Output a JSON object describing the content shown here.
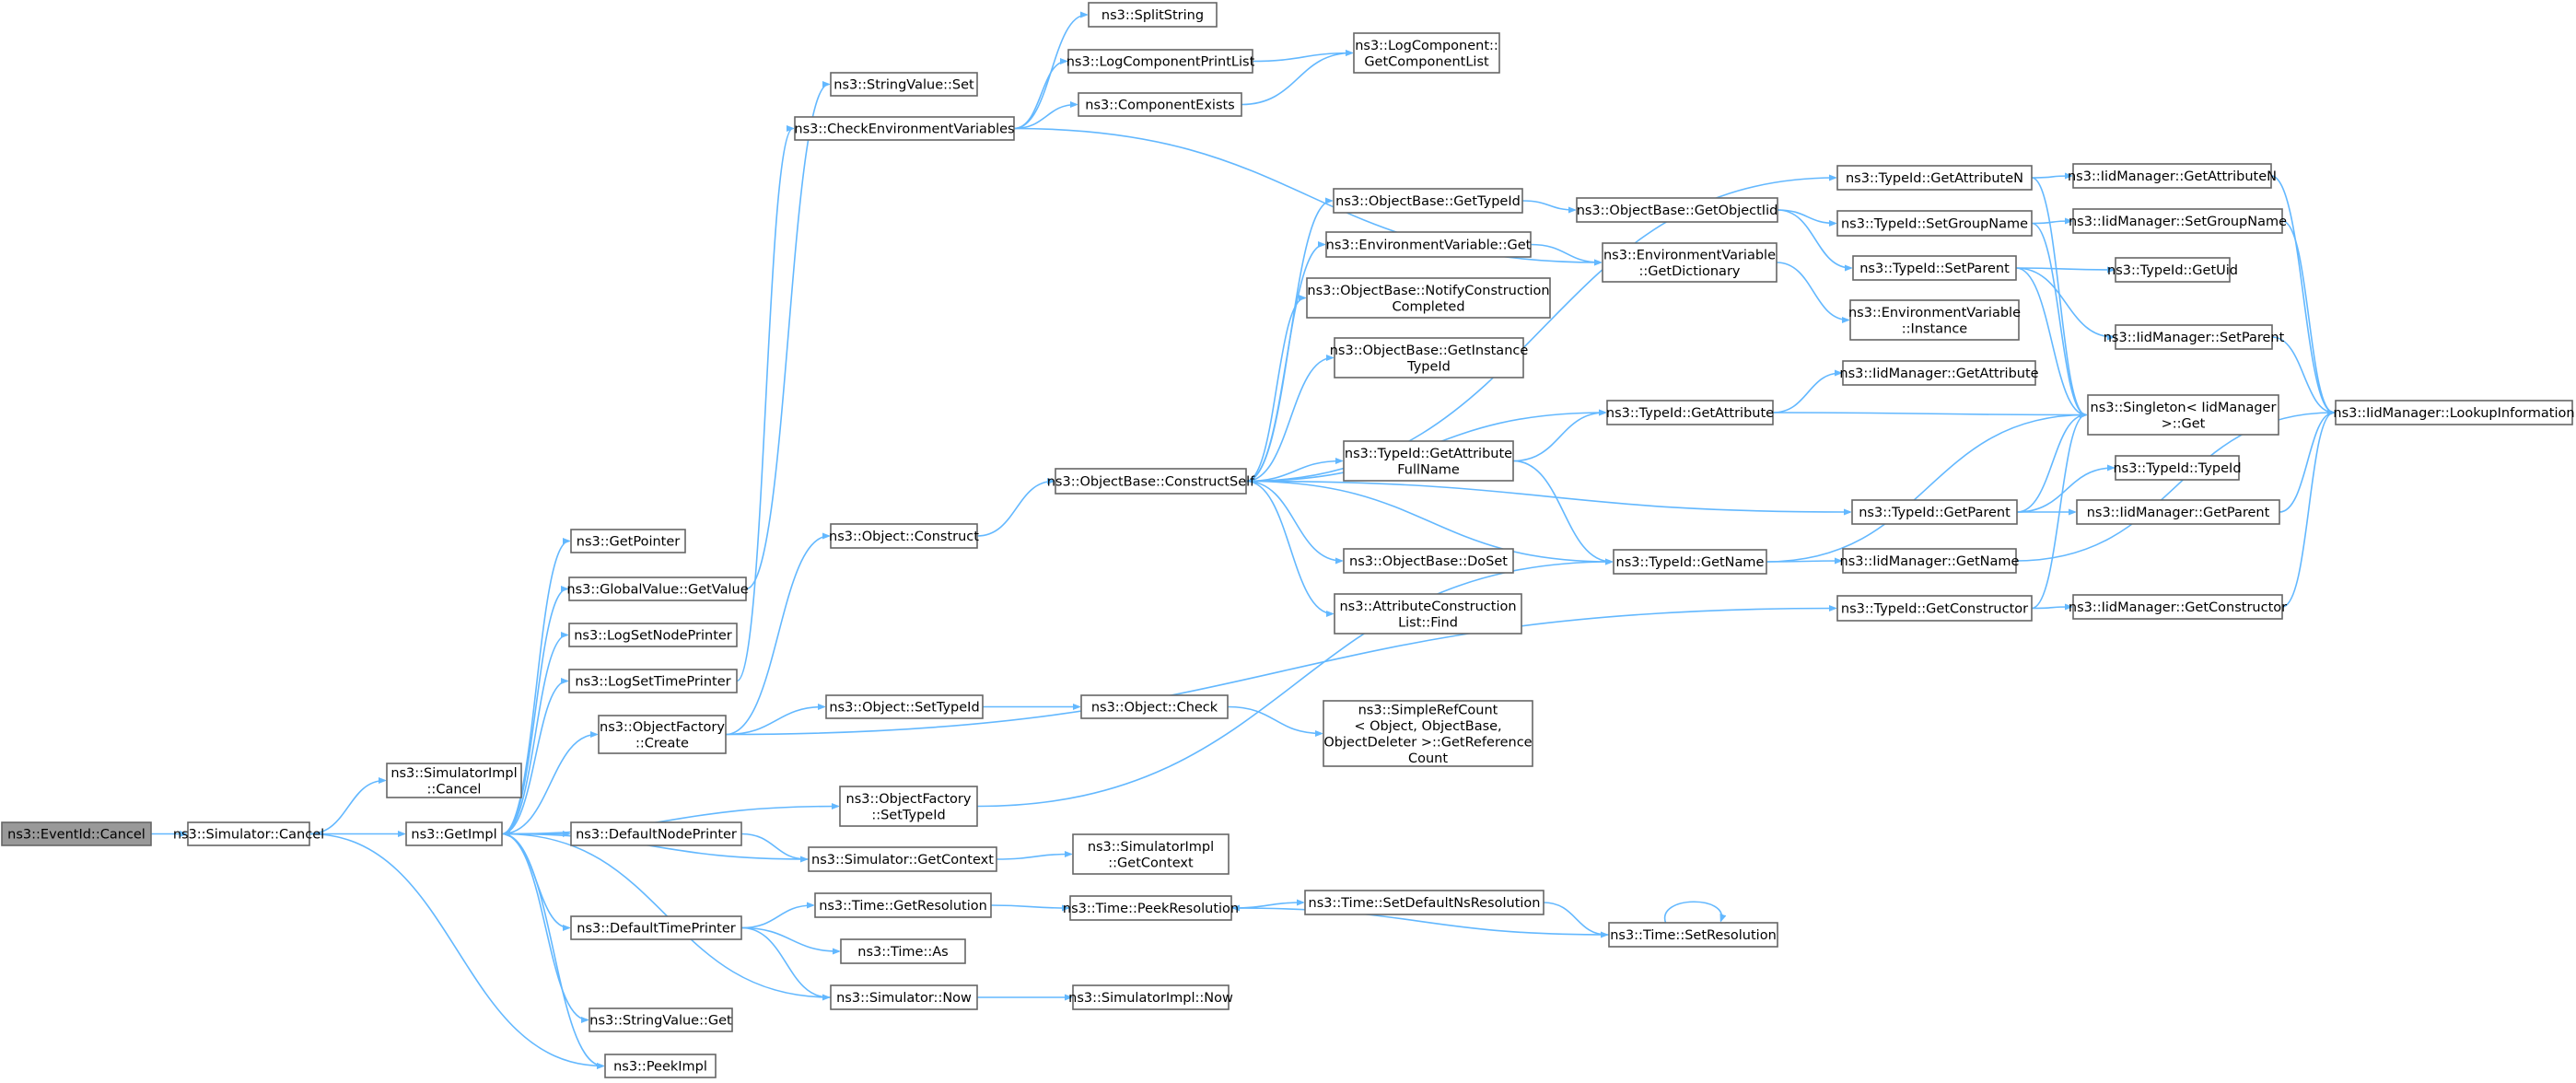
{
  "nodes": [
    {
      "id": "eventid_cancel",
      "lines": [
        "ns3::EventId::Cancel"
      ],
      "root": true
    },
    {
      "id": "sim_cancel",
      "lines": [
        "ns3::Simulator::Cancel"
      ]
    },
    {
      "id": "simimpl_cancel",
      "lines": [
        "ns3::SimulatorImpl",
        "::Cancel"
      ]
    },
    {
      "id": "getimpl",
      "lines": [
        "ns3::GetImpl"
      ]
    },
    {
      "id": "getpointer",
      "lines": [
        "ns3::GetPointer"
      ]
    },
    {
      "id": "gv_getvalue",
      "lines": [
        "ns3::GlobalValue::GetValue"
      ]
    },
    {
      "id": "logsetnodeprinter",
      "lines": [
        "ns3::LogSetNodePrinter"
      ]
    },
    {
      "id": "logsettimeprinter",
      "lines": [
        "ns3::LogSetTimePrinter"
      ]
    },
    {
      "id": "objfactory_create",
      "lines": [
        "ns3::ObjectFactory",
        "::Create"
      ]
    },
    {
      "id": "objfactory_settypeid",
      "lines": [
        "ns3::ObjectFactory",
        "::SetTypeId"
      ]
    },
    {
      "id": "defaultnodeprinter",
      "lines": [
        "ns3::DefaultNodePrinter"
      ]
    },
    {
      "id": "defaulttimeprinter",
      "lines": [
        "ns3::DefaultTimePrinter"
      ]
    },
    {
      "id": "stringvalue_get",
      "lines": [
        "ns3::StringValue::Get"
      ]
    },
    {
      "id": "peekimpl",
      "lines": [
        "ns3::PeekImpl"
      ]
    },
    {
      "id": "stringvalue_set",
      "lines": [
        "ns3::StringValue::Set"
      ]
    },
    {
      "id": "checkenv",
      "lines": [
        "ns3::CheckEnvironmentVariables"
      ]
    },
    {
      "id": "splitstring",
      "lines": [
        "ns3::SplitString"
      ]
    },
    {
      "id": "logcompprintlist",
      "lines": [
        "ns3::LogComponentPrintList"
      ]
    },
    {
      "id": "componentexists",
      "lines": [
        "ns3::ComponentExists"
      ]
    },
    {
      "id": "logcomp_getlist",
      "lines": [
        "ns3::LogComponent::",
        "GetComponentList"
      ]
    },
    {
      "id": "object_construct",
      "lines": [
        "ns3::Object::Construct"
      ]
    },
    {
      "id": "object_settypeid",
      "lines": [
        "ns3::Object::SetTypeId"
      ]
    },
    {
      "id": "object_check",
      "lines": [
        "ns3::Object::Check"
      ]
    },
    {
      "id": "simplerefcount",
      "lines": [
        "ns3::SimpleRefCount",
        "< Object, ObjectBase,",
        "ObjectDeleter >::GetReference",
        "Count"
      ]
    },
    {
      "id": "sim_getcontext",
      "lines": [
        "ns3::Simulator::GetContext"
      ]
    },
    {
      "id": "simimpl_getcontext",
      "lines": [
        "ns3::SimulatorImpl",
        "::GetContext"
      ]
    },
    {
      "id": "time_getresolution",
      "lines": [
        "ns3::Time::GetResolution"
      ]
    },
    {
      "id": "time_as",
      "lines": [
        "ns3::Time::As"
      ]
    },
    {
      "id": "sim_now",
      "lines": [
        "ns3::Simulator::Now"
      ]
    },
    {
      "id": "time_peekresolution",
      "lines": [
        "ns3::Time::PeekResolution"
      ]
    },
    {
      "id": "simimpl_now",
      "lines": [
        "ns3::SimulatorImpl::Now"
      ]
    },
    {
      "id": "time_setdefaultns",
      "lines": [
        "ns3::Time::SetDefaultNsResolution"
      ]
    },
    {
      "id": "time_setresolution",
      "lines": [
        "ns3::Time::SetResolution"
      ]
    },
    {
      "id": "ob_constructself",
      "lines": [
        "ns3::ObjectBase::ConstructSelf"
      ]
    },
    {
      "id": "ob_gettypeid",
      "lines": [
        "ns3::ObjectBase::GetTypeId"
      ]
    },
    {
      "id": "envvar_get",
      "lines": [
        "ns3::EnvironmentVariable::Get"
      ]
    },
    {
      "id": "ob_notifyconstruction",
      "lines": [
        "ns3::ObjectBase::NotifyConstruction",
        "Completed"
      ]
    },
    {
      "id": "ob_getinstancetypeid",
      "lines": [
        "ns3::ObjectBase::GetInstance",
        "TypeId"
      ]
    },
    {
      "id": "typeid_getattributefullname",
      "lines": [
        "ns3::TypeId::GetAttribute",
        "FullName"
      ]
    },
    {
      "id": "ob_doset",
      "lines": [
        "ns3::ObjectBase::DoSet"
      ]
    },
    {
      "id": "attrconstruction_find",
      "lines": [
        "ns3::AttributeConstruction",
        "List::Find"
      ]
    },
    {
      "id": "ob_getobjectiid",
      "lines": [
        "ns3::ObjectBase::GetObjectIid"
      ]
    },
    {
      "id": "envvar_getdictionary",
      "lines": [
        "ns3::EnvironmentVariable",
        "::GetDictionary"
      ]
    },
    {
      "id": "envvar_instance",
      "lines": [
        "ns3::EnvironmentVariable",
        "::Instance"
      ]
    },
    {
      "id": "typeid_getattribute",
      "lines": [
        "ns3::TypeId::GetAttribute"
      ]
    },
    {
      "id": "typeid_getname",
      "lines": [
        "ns3::TypeId::GetName"
      ]
    },
    {
      "id": "typeid_getattributen",
      "lines": [
        "ns3::TypeId::GetAttributeN"
      ]
    },
    {
      "id": "typeid_setgroupname",
      "lines": [
        "ns3::TypeId::SetGroupName"
      ]
    },
    {
      "id": "typeid_setparent",
      "lines": [
        "ns3::TypeId::SetParent"
      ]
    },
    {
      "id": "typeid_getparent",
      "lines": [
        "ns3::TypeId::GetParent"
      ]
    },
    {
      "id": "typeid_getconstructor",
      "lines": [
        "ns3::TypeId::GetConstructor"
      ]
    },
    {
      "id": "iid_getattributen",
      "lines": [
        "ns3::IidManager::GetAttributeN"
      ]
    },
    {
      "id": "iid_setgroupname",
      "lines": [
        "ns3::IidManager::SetGroupName"
      ]
    },
    {
      "id": "typeid_getuid",
      "lines": [
        "ns3::TypeId::GetUid"
      ]
    },
    {
      "id": "iid_setparent",
      "lines": [
        "ns3::IidManager::SetParent"
      ]
    },
    {
      "id": "iid_getattribute",
      "lines": [
        "ns3::IidManager::GetAttribute"
      ]
    },
    {
      "id": "singleton_get",
      "lines": [
        "ns3::Singleton< IidManager",
        " >::Get"
      ]
    },
    {
      "id": "typeid_typeid",
      "lines": [
        "ns3::TypeId::TypeId"
      ]
    },
    {
      "id": "iid_getparent",
      "lines": [
        "ns3::IidManager::GetParent"
      ]
    },
    {
      "id": "iid_getname",
      "lines": [
        "ns3::IidManager::GetName"
      ]
    },
    {
      "id": "iid_getconstructor",
      "lines": [
        "ns3::IidManager::GetConstructor"
      ]
    },
    {
      "id": "iid_lookupinformation",
      "lines": [
        "ns3::IidManager::LookupInformation"
      ]
    }
  ],
  "edges": [
    [
      "eventid_cancel",
      "sim_cancel"
    ],
    [
      "sim_cancel",
      "simimpl_cancel"
    ],
    [
      "sim_cancel",
      "getimpl"
    ],
    [
      "sim_cancel",
      "peekimpl"
    ],
    [
      "getimpl",
      "getpointer"
    ],
    [
      "getimpl",
      "gv_getvalue"
    ],
    [
      "getimpl",
      "logsetnodeprinter"
    ],
    [
      "getimpl",
      "logsettimeprinter"
    ],
    [
      "getimpl",
      "objfactory_create"
    ],
    [
      "getimpl",
      "objfactory_settypeid"
    ],
    [
      "getimpl",
      "defaultnodeprinter"
    ],
    [
      "getimpl",
      "defaulttimeprinter"
    ],
    [
      "getimpl",
      "stringvalue_get"
    ],
    [
      "getimpl",
      "peekimpl"
    ],
    [
      "gv_getvalue",
      "stringvalue_set"
    ],
    [
      "logsettimeprinter",
      "checkenv"
    ],
    [
      "checkenv",
      "splitstring"
    ],
    [
      "checkenv",
      "logcompprintlist"
    ],
    [
      "checkenv",
      "componentexists"
    ],
    [
      "checkenv",
      "envvar_getdictionary"
    ],
    [
      "logcompprintlist",
      "logcomp_getlist"
    ],
    [
      "componentexists",
      "logcomp_getlist"
    ],
    [
      "objfactory_create",
      "object_construct"
    ],
    [
      "objfactory_create",
      "object_settypeid"
    ],
    [
      "objfactory_create",
      "typeid_getconstructor"
    ],
    [
      "object_construct",
      "ob_constructself"
    ],
    [
      "object_settypeid",
      "object_check"
    ],
    [
      "object_check",
      "simplerefcount"
    ],
    [
      "objfactory_settypeid",
      "typeid_getname"
    ],
    [
      "defaultnodeprinter",
      "sim_getcontext"
    ],
    [
      "sim_getcontext",
      "getimpl"
    ],
    [
      "sim_getcontext",
      "simimpl_getcontext"
    ],
    [
      "defaulttimeprinter",
      "time_getresolution"
    ],
    [
      "defaulttimeprinter",
      "time_as"
    ],
    [
      "defaulttimeprinter",
      "sim_now"
    ],
    [
      "time_getresolution",
      "time_peekresolution"
    ],
    [
      "sim_now",
      "getimpl"
    ],
    [
      "sim_now",
      "simimpl_now"
    ],
    [
      "time_peekresolution",
      "time_setdefaultns"
    ],
    [
      "time_setdefaultns",
      "time_setresolution"
    ],
    [
      "time_setresolution",
      "time_peekresolution"
    ],
    [
      "time_setresolution",
      "time_setresolution"
    ],
    [
      "ob_constructself",
      "typeid_getattributen"
    ],
    [
      "ob_constructself",
      "ob_gettypeid"
    ],
    [
      "ob_constructself",
      "envvar_get"
    ],
    [
      "ob_constructself",
      "ob_notifyconstruction"
    ],
    [
      "ob_constructself",
      "ob_getinstancetypeid"
    ],
    [
      "ob_constructself",
      "typeid_getattribute"
    ],
    [
      "ob_constructself",
      "typeid_getattributefullname"
    ],
    [
      "ob_constructself",
      "typeid_getparent"
    ],
    [
      "ob_constructself",
      "ob_doset"
    ],
    [
      "ob_constructself",
      "attrconstruction_find"
    ],
    [
      "ob_constructself",
      "typeid_getname"
    ],
    [
      "ob_gettypeid",
      "ob_getobjectiid"
    ],
    [
      "ob_getobjectiid",
      "typeid_setgroupname"
    ],
    [
      "ob_getobjectiid",
      "typeid_setparent"
    ],
    [
      "envvar_get",
      "envvar_getdictionary"
    ],
    [
      "envvar_getdictionary",
      "envvar_instance"
    ],
    [
      "typeid_getattributefullname",
      "typeid_getattribute"
    ],
    [
      "typeid_getattributefullname",
      "typeid_getname"
    ],
    [
      "typeid_getattribute",
      "iid_getattribute"
    ],
    [
      "typeid_getattribute",
      "singleton_get"
    ],
    [
      "typeid_getname",
      "iid_getname"
    ],
    [
      "typeid_getname",
      "singleton_get"
    ],
    [
      "typeid_getattributen",
      "iid_getattributen"
    ],
    [
      "typeid_getattributen",
      "singleton_get"
    ],
    [
      "typeid_setgroupname",
      "iid_setgroupname"
    ],
    [
      "typeid_setgroupname",
      "singleton_get"
    ],
    [
      "typeid_setparent",
      "typeid_getuid"
    ],
    [
      "typeid_setparent",
      "iid_setparent"
    ],
    [
      "typeid_setparent",
      "singleton_get"
    ],
    [
      "typeid_getparent",
      "typeid_typeid"
    ],
    [
      "typeid_getparent",
      "iid_getparent"
    ],
    [
      "typeid_getparent",
      "singleton_get"
    ],
    [
      "typeid_getconstructor",
      "iid_getconstructor"
    ],
    [
      "typeid_getconstructor",
      "singleton_get"
    ],
    [
      "iid_getattributen",
      "iid_lookupinformation"
    ],
    [
      "iid_setgroupname",
      "iid_lookupinformation"
    ],
    [
      "iid_setparent",
      "iid_lookupinformation"
    ],
    [
      "iid_getparent",
      "iid_lookupinformation"
    ],
    [
      "iid_getname",
      "iid_lookupinformation"
    ],
    [
      "iid_getconstructor",
      "iid_lookupinformation"
    ]
  ]
}
